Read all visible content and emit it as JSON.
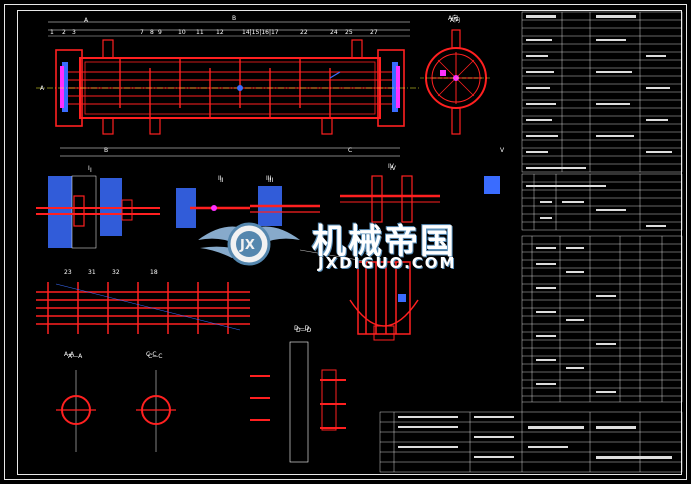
{
  "watermark": {
    "brand_cn": "机械帝国",
    "brand_en": "JXDIGUO.COM",
    "logo_text": "JX"
  },
  "views": {
    "section_a": "A-A",
    "section_c": "C-C",
    "section_d": "D—D",
    "section_ab": "A向",
    "detail_i": "I",
    "detail_ii": "II",
    "detail_iii": "III",
    "detail_iv": "IV",
    "detail_v": "V"
  },
  "colors": {
    "background": "#000000",
    "frame": "#e8e8e8",
    "red": "#ff2020",
    "blue": "#3a6cff",
    "magenta": "#ff30ff",
    "yellow": "#ffff33",
    "cyan": "#33ffff",
    "white": "#ffffff"
  }
}
